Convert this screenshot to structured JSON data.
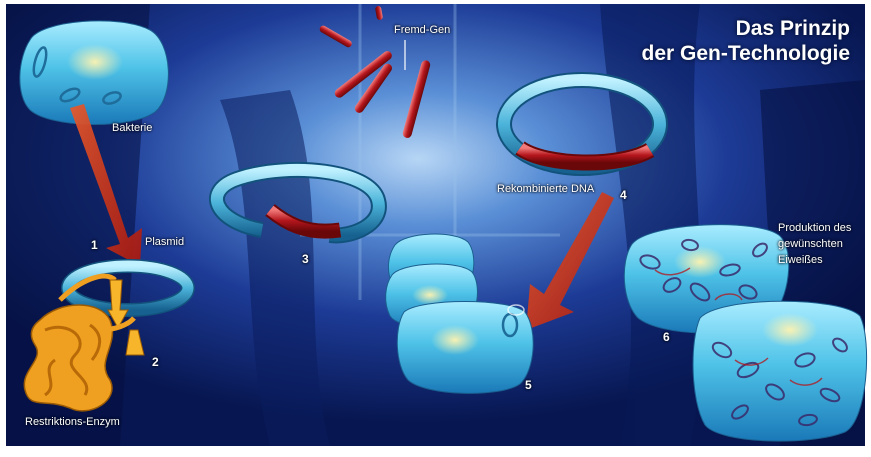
{
  "title": {
    "line1": "Das Prinzip",
    "line2": "der Gen-Technologie"
  },
  "labels": {
    "bakterie": "Bakterie",
    "fremd_gen": "Fremd-Gen",
    "plasmid": "Plasmid",
    "rekombinierte_dna": "Rekombinierte DNA",
    "restriktions_enzym": "Restriktions-Enzym",
    "produktion_line1": "Produktion des",
    "produktion_line2": "gewünschten",
    "produktion_line3": "Eiweißes"
  },
  "steps": [
    "1",
    "2",
    "3",
    "4",
    "5",
    "6"
  ],
  "colors": {
    "background_dark": "#0a1f66",
    "background_light": "#6f9fd9",
    "bacterium": "#4fc3e8",
    "plasmid_ring": "#5ab8dc",
    "foreign_gene": "#b4161c",
    "enzyme": "#f0a020",
    "arrow": "#c0281c",
    "label": "#ffffff"
  }
}
